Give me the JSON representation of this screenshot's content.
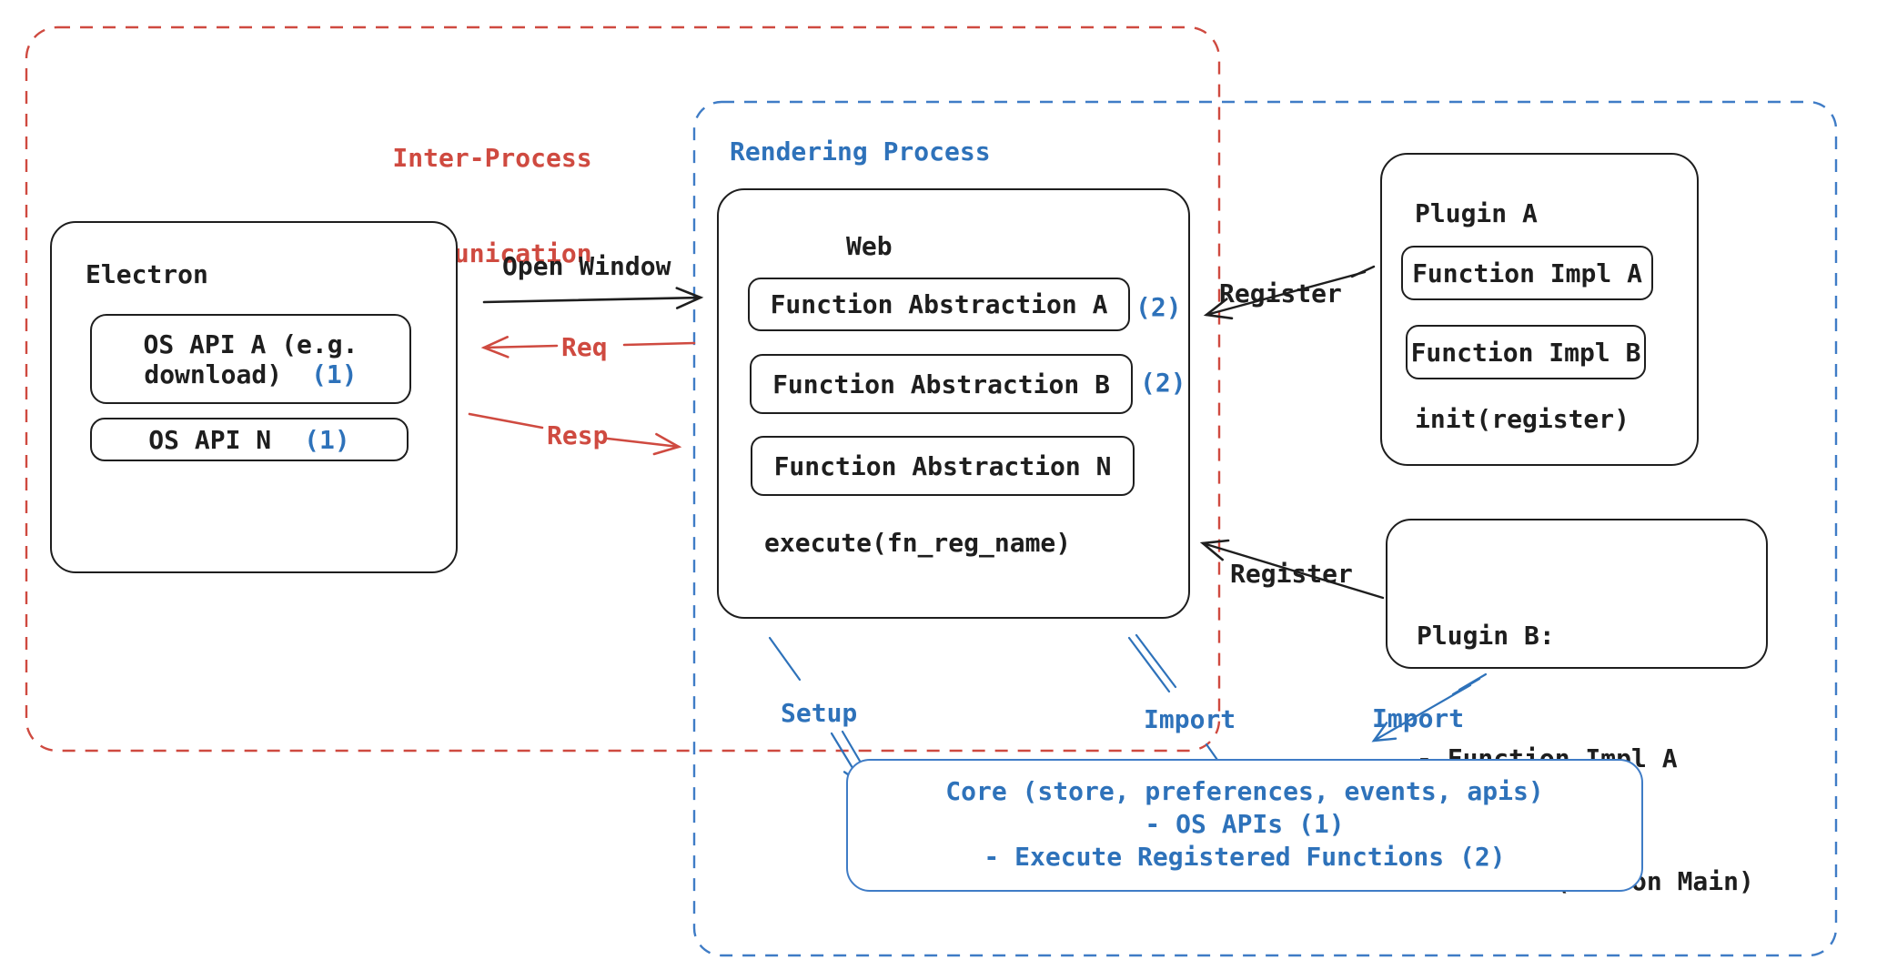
{
  "ipc": {
    "label_line1": "Inter-Process",
    "label_line2": "Communication"
  },
  "rendering": {
    "label": "Rendering Process"
  },
  "electron": {
    "title": "Electron",
    "api_a_line1": "OS API A (e.g.",
    "api_a_line2": "download)",
    "api_a_ref": "(1)",
    "api_n": "OS API N",
    "api_n_ref": "(1)"
  },
  "web": {
    "title": "Web",
    "fa_a": "Function Abstraction A",
    "fa_a_ref": "(2)",
    "fa_b": "Function Abstraction B",
    "fa_b_ref": "(2)",
    "fa_n": "Function Abstraction N",
    "execute": "execute(fn_reg_name)"
  },
  "plugin_a": {
    "title": "Plugin A",
    "impl_a": "Function Impl A",
    "impl_b": "Function Impl B",
    "init": "init(register)"
  },
  "plugin_b": {
    "title": "Plugin B:",
    "item1": "- Function Impl A",
    "item2": "- Module (run on Main)"
  },
  "core": {
    "line1": "Core (store, preferences, events, apis)",
    "line2": "- OS APIs (1)",
    "line3": "- Execute Registered Functions (2)"
  },
  "edges": {
    "open_window": "Open Window",
    "req": "Req",
    "resp": "Resp",
    "register_top": "Register",
    "register_bottom": "Register",
    "setup": "Setup",
    "import_web": "Import",
    "import_plugin": "Import"
  },
  "colors": {
    "ink": "#1e1e1e",
    "red": "#cf4a40",
    "blue": "#2e72ba",
    "blue_border": "#3f7cc6"
  }
}
